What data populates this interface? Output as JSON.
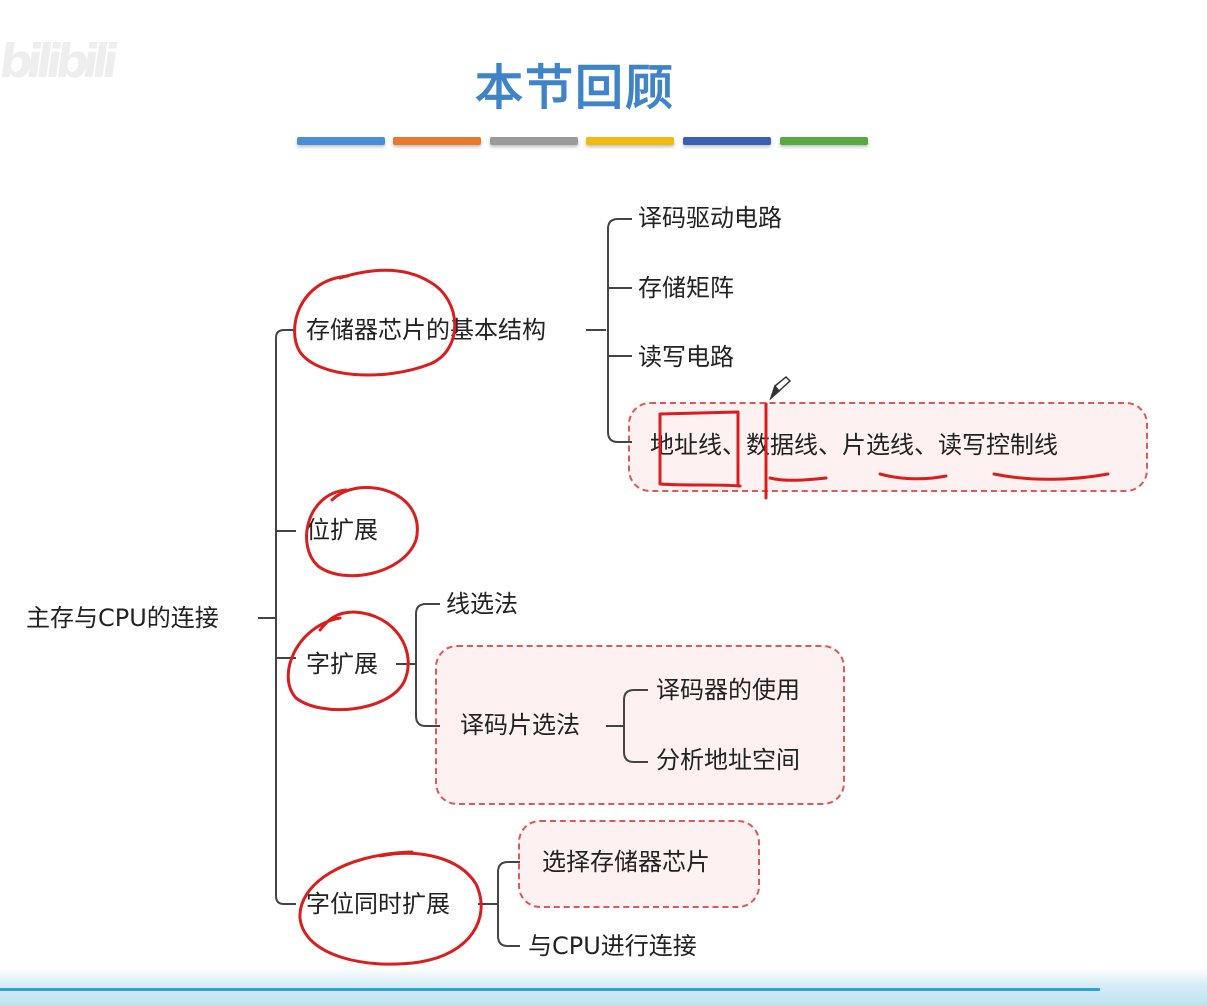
{
  "title": "本节回顾",
  "watermark": "bilibili",
  "stripe_colors": [
    "#4a8fd4",
    "#e67a2e",
    "#9a9a9a",
    "#f2b90f",
    "#3d5fb3",
    "#5aa843"
  ],
  "annotation_color": "#d81e1e",
  "box_border_color": "#d85a5a",
  "root": "主存与CPU的连接",
  "branches": {
    "chip_structure": {
      "label": "存储器芯片的基本结构",
      "children": [
        "译码驱动电路",
        "存储矩阵",
        "读写电路",
        "地址线、数据线、片选线、读写控制线"
      ]
    },
    "bit_expansion": {
      "label": "位扩展"
    },
    "word_expansion": {
      "label": "字扩展",
      "children": [
        "线选法",
        "译码片选法"
      ],
      "decoder_children": [
        "译码器的使用",
        "分析地址空间"
      ]
    },
    "word_bit_expansion": {
      "label": "字位同时扩展",
      "children": [
        "选择存储器芯片",
        "与CPU进行连接"
      ]
    }
  }
}
